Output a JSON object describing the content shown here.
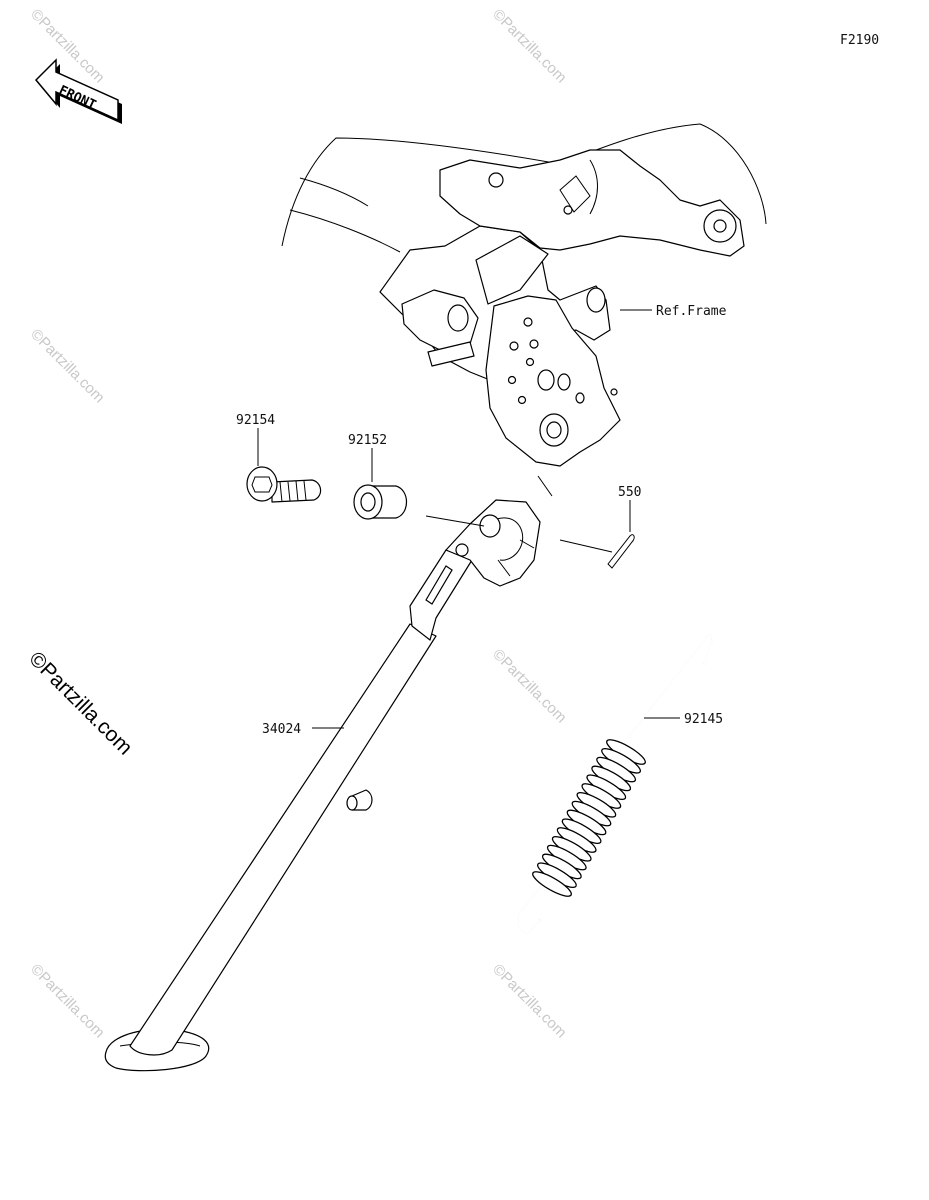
{
  "diagram_code": "F2190",
  "front_arrow_label": "FRONT",
  "callouts": {
    "ref_frame": "Ref.Frame",
    "bolt": "92154",
    "bushing": "92152",
    "cotter_pin": "550",
    "side_stand": "34024",
    "spring": "92145"
  },
  "watermarks": {
    "small": "©Partzilla.com",
    "large": "©Partzilla.com"
  }
}
